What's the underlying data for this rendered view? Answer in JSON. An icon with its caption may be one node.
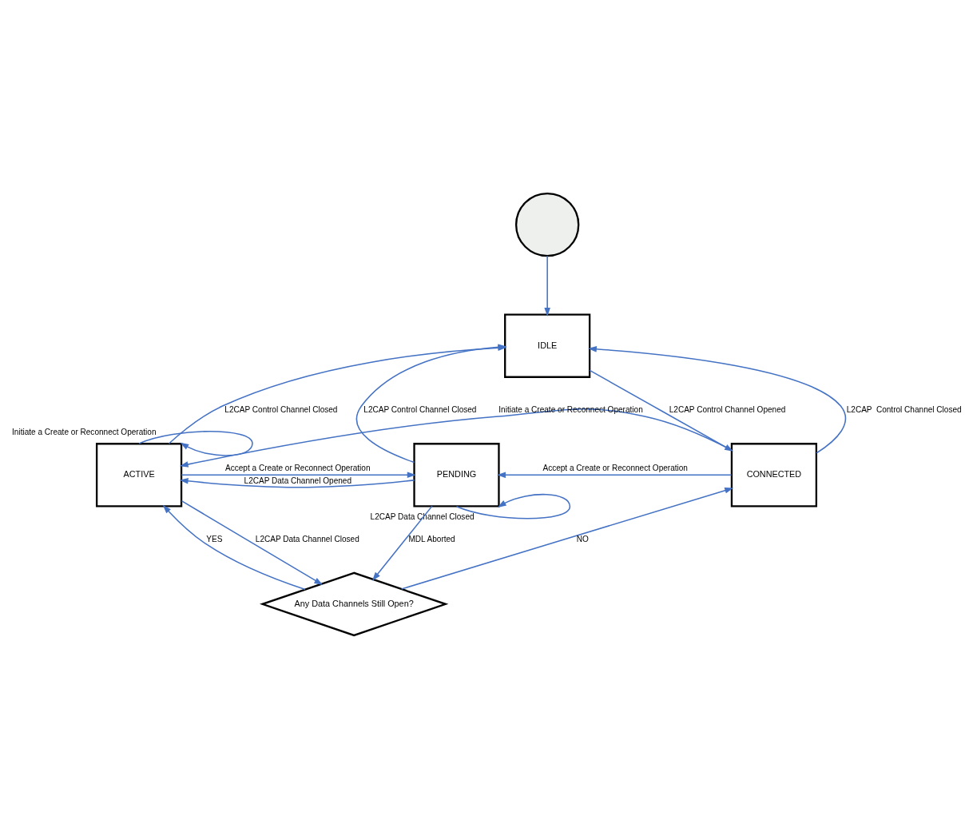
{
  "diagram": {
    "nodes": [
      {
        "text": [],
        "shape": "circle"
      },
      {
        "text": [
          "IDLE"
        ]
      },
      {
        "text": [
          "ACTIVE"
        ]
      },
      {
        "text": [
          "PENDING"
        ]
      },
      {
        "text": [
          "CONNECTED"
        ]
      },
      {
        "text": [
          "Any Data Channels Still Open?"
        ]
      }
    ],
    "edges": [
      {
        "from": 0,
        "to": 1,
        "arrow": "to"
      },
      {
        "from": 2,
        "to": 1,
        "arrow": "to",
        "label": "L2CAP Control Channel Closed"
      },
      {
        "from": 4,
        "to": 1,
        "arrow": "to",
        "label": "L2CAP  Control Channel Closed"
      },
      {
        "from": 1,
        "to": 4,
        "arrow": "to",
        "label": "L2CAP Control Channel Opened"
      },
      {
        "from": 3,
        "to": 1,
        "arrow": "to",
        "label": "L2CAP Control Channel Closed"
      },
      {
        "from": 2,
        "to": 2,
        "arrow": "to",
        "label": "Initiate a Create or Reconnect Operation"
      },
      {
        "from": 2,
        "to": 3,
        "arrow": "to",
        "label": "Accept a Create or Reconnect Operation"
      },
      {
        "from": 3,
        "to": 2,
        "arrow": "to",
        "label": "L2CAP Data Channel Opened"
      },
      {
        "from": 4,
        "to": 3,
        "arrow": "to",
        "label": "Accept a Create or Reconnect Operation"
      },
      {
        "from": 3,
        "to": 3,
        "arrow": "to",
        "label": "L2CAP Data Channel Closed"
      },
      {
        "from": 3,
        "to": 5,
        "arrow": "to",
        "label": "MDL Aborted"
      },
      {
        "from": 2,
        "to": 5,
        "arrow": "to",
        "label": "L2CAP Data Channel Closed"
      },
      {
        "from": 5,
        "to": 2,
        "arrow": "to",
        "label": "YES"
      },
      {
        "from": 5,
        "to": 4,
        "arrow": "to",
        "label": "NO"
      },
      {
        "from": 4,
        "to": 2,
        "arrow": "to",
        "label": "Initiate a Create or Reconnect Operation"
      }
    ]
  }
}
